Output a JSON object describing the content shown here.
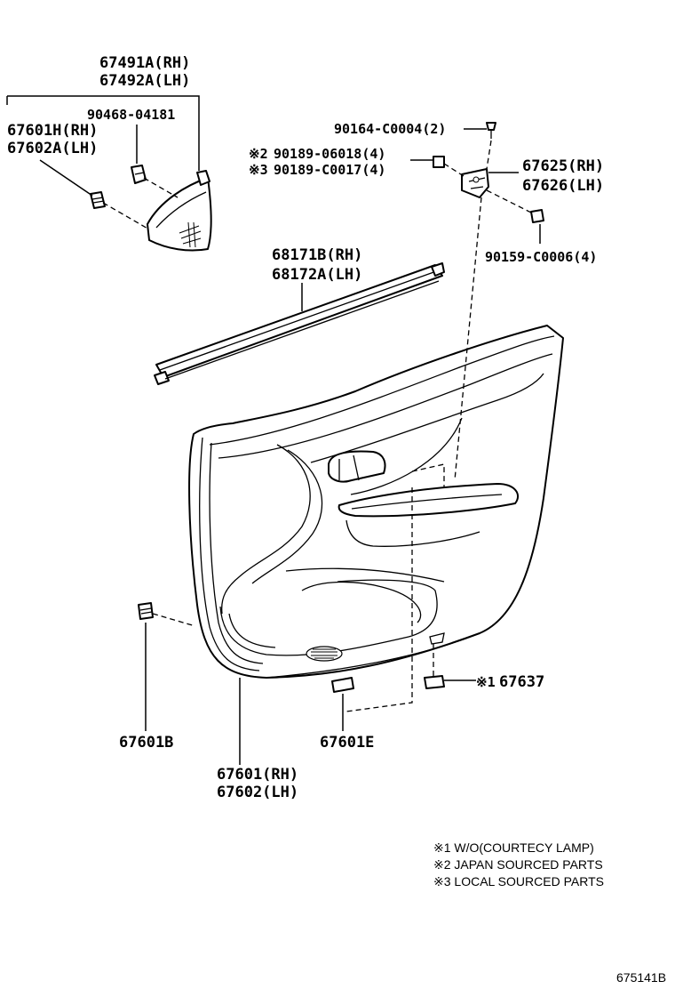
{
  "labels": {
    "p67491A": "67491A(RH)",
    "p67492A": "67492A(LH)",
    "p90468": "90468-04181",
    "p67601H": "67601H(RH)",
    "p67602A": "67602A(LH)",
    "p90164": "90164-C0004(2)",
    "p90189_06018": "90189-06018(4)",
    "p90189_C0017": "90189-C0017(4)",
    "p67625": "67625(RH)",
    "p67626": "67626(LH)",
    "p90159": "90159-C0006(4)",
    "p68171B": "68171B(RH)",
    "p68172A": "68172A(LH)",
    "p67637": "67637",
    "p67601B": "67601B",
    "p67601E": "67601E",
    "p67601": "67601(RH)",
    "p67602": "67602(LH)"
  },
  "marks": {
    "m1": "※1",
    "m2": "※2",
    "m3": "※3"
  },
  "notes": [
    "※1 W/O(COURTECY LAMP)",
    "※2 JAPAN SOURCED PARTS",
    "※3 LOCAL SOURCED PARTS"
  ],
  "reference": "675141B"
}
